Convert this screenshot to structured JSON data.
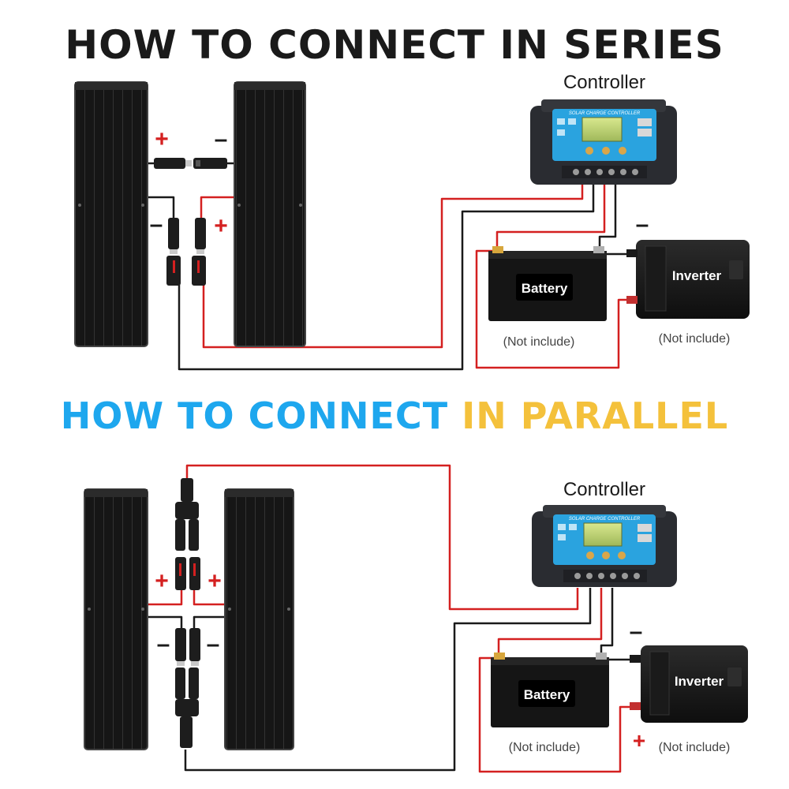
{
  "series": {
    "title": "HOW TO CONNECT IN SERIES",
    "controller_label": "Controller",
    "controller_panel_text": "SOLAR CHARGE CONTROLLER",
    "battery_label": "Battery",
    "inverter_label": "Inverter",
    "battery_note": "(Not include)",
    "inverter_note": "(Not include)",
    "plus": "+",
    "minus": "–"
  },
  "parallel": {
    "title_part1": "HOW TO CONNECT ",
    "title_part2": "IN PARALLEL",
    "controller_label": "Controller",
    "controller_panel_text": "SOLAR CHARGE CONTROLLER",
    "battery_label": "Battery",
    "inverter_label": "Inverter",
    "battery_note": "(Not include)",
    "inverter_note": "(Not include)",
    "plus": "+",
    "minus": "–"
  },
  "colors": {
    "wire_positive": "#d42020",
    "wire_negative": "#1a1a1a",
    "controller_panel": "#2aa3df",
    "controller_body": "#2a2c31",
    "series_title": "#1a1a1a",
    "parallel_title_blue": "#1ea7ee",
    "parallel_title_yellow": "#f4c13b"
  }
}
